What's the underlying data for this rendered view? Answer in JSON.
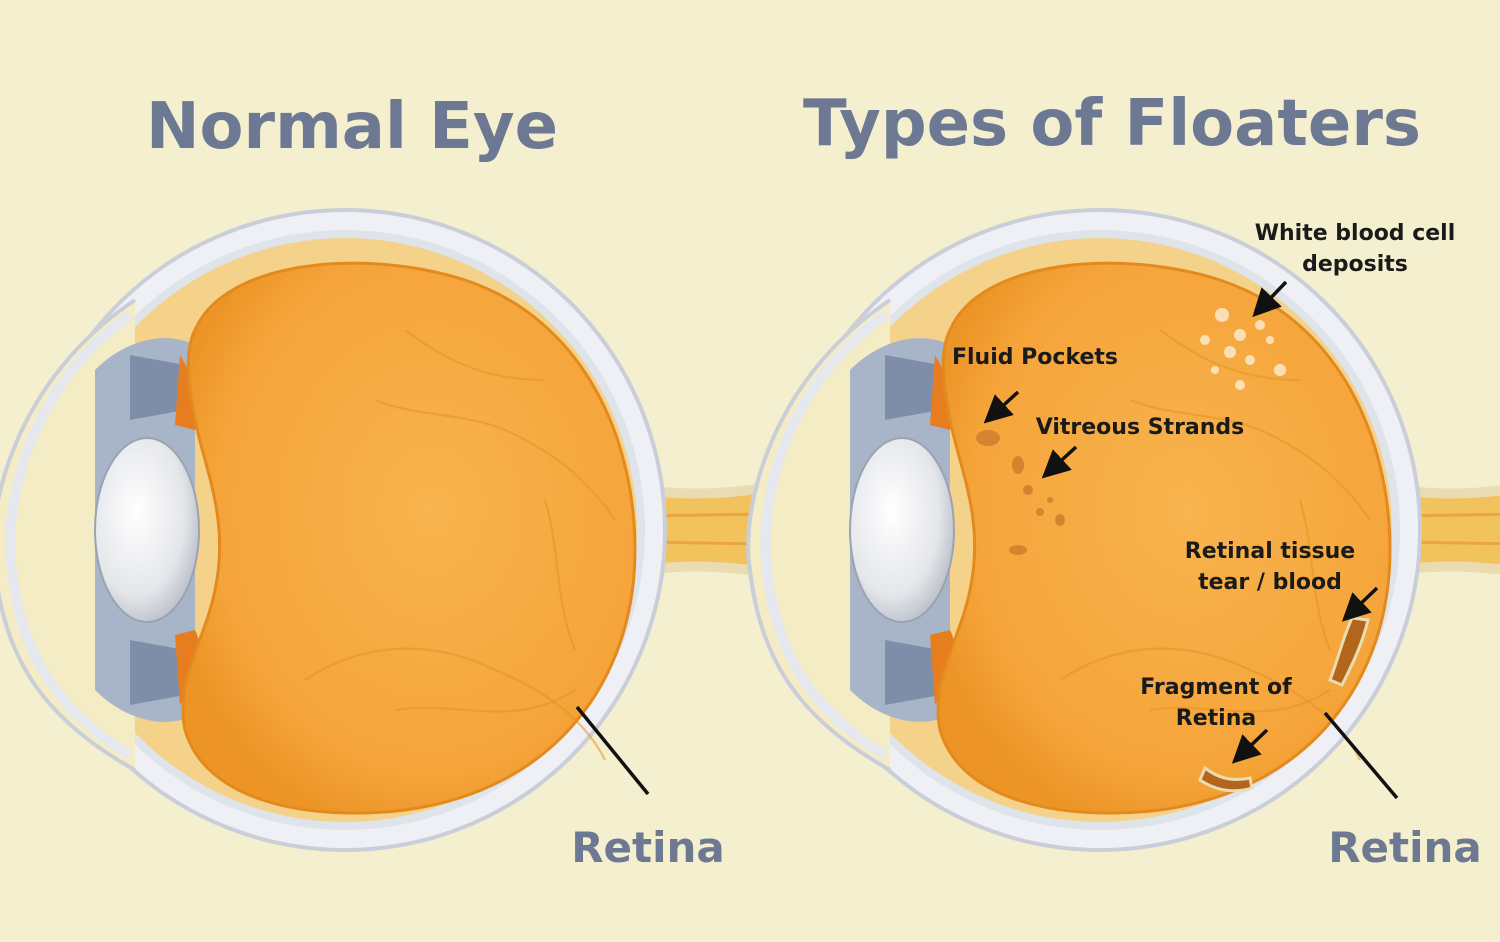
{
  "titles": {
    "left": "Normal Eye",
    "right": "Types of Floaters"
  },
  "labels": {
    "retina_left": "Retina",
    "retina_right": "Retina",
    "wbc_line1": "White blood cell",
    "wbc_line2": "deposits",
    "fluid_pockets": "Fluid Pockets",
    "vitreous_strands": "Vitreous Strands",
    "tear_line1": "Retinal tissue",
    "tear_line2": "tear / blood",
    "fragment_line1": "Fragment of",
    "fragment_line2": "Retina"
  },
  "colors": {
    "background": "#f4efcf",
    "title": "#6d7892",
    "vitreous": "#f5a43a",
    "sclera": "#e8ecf2",
    "lens": "#e6e8ec",
    "optic_nerve": "#f2c35c"
  }
}
